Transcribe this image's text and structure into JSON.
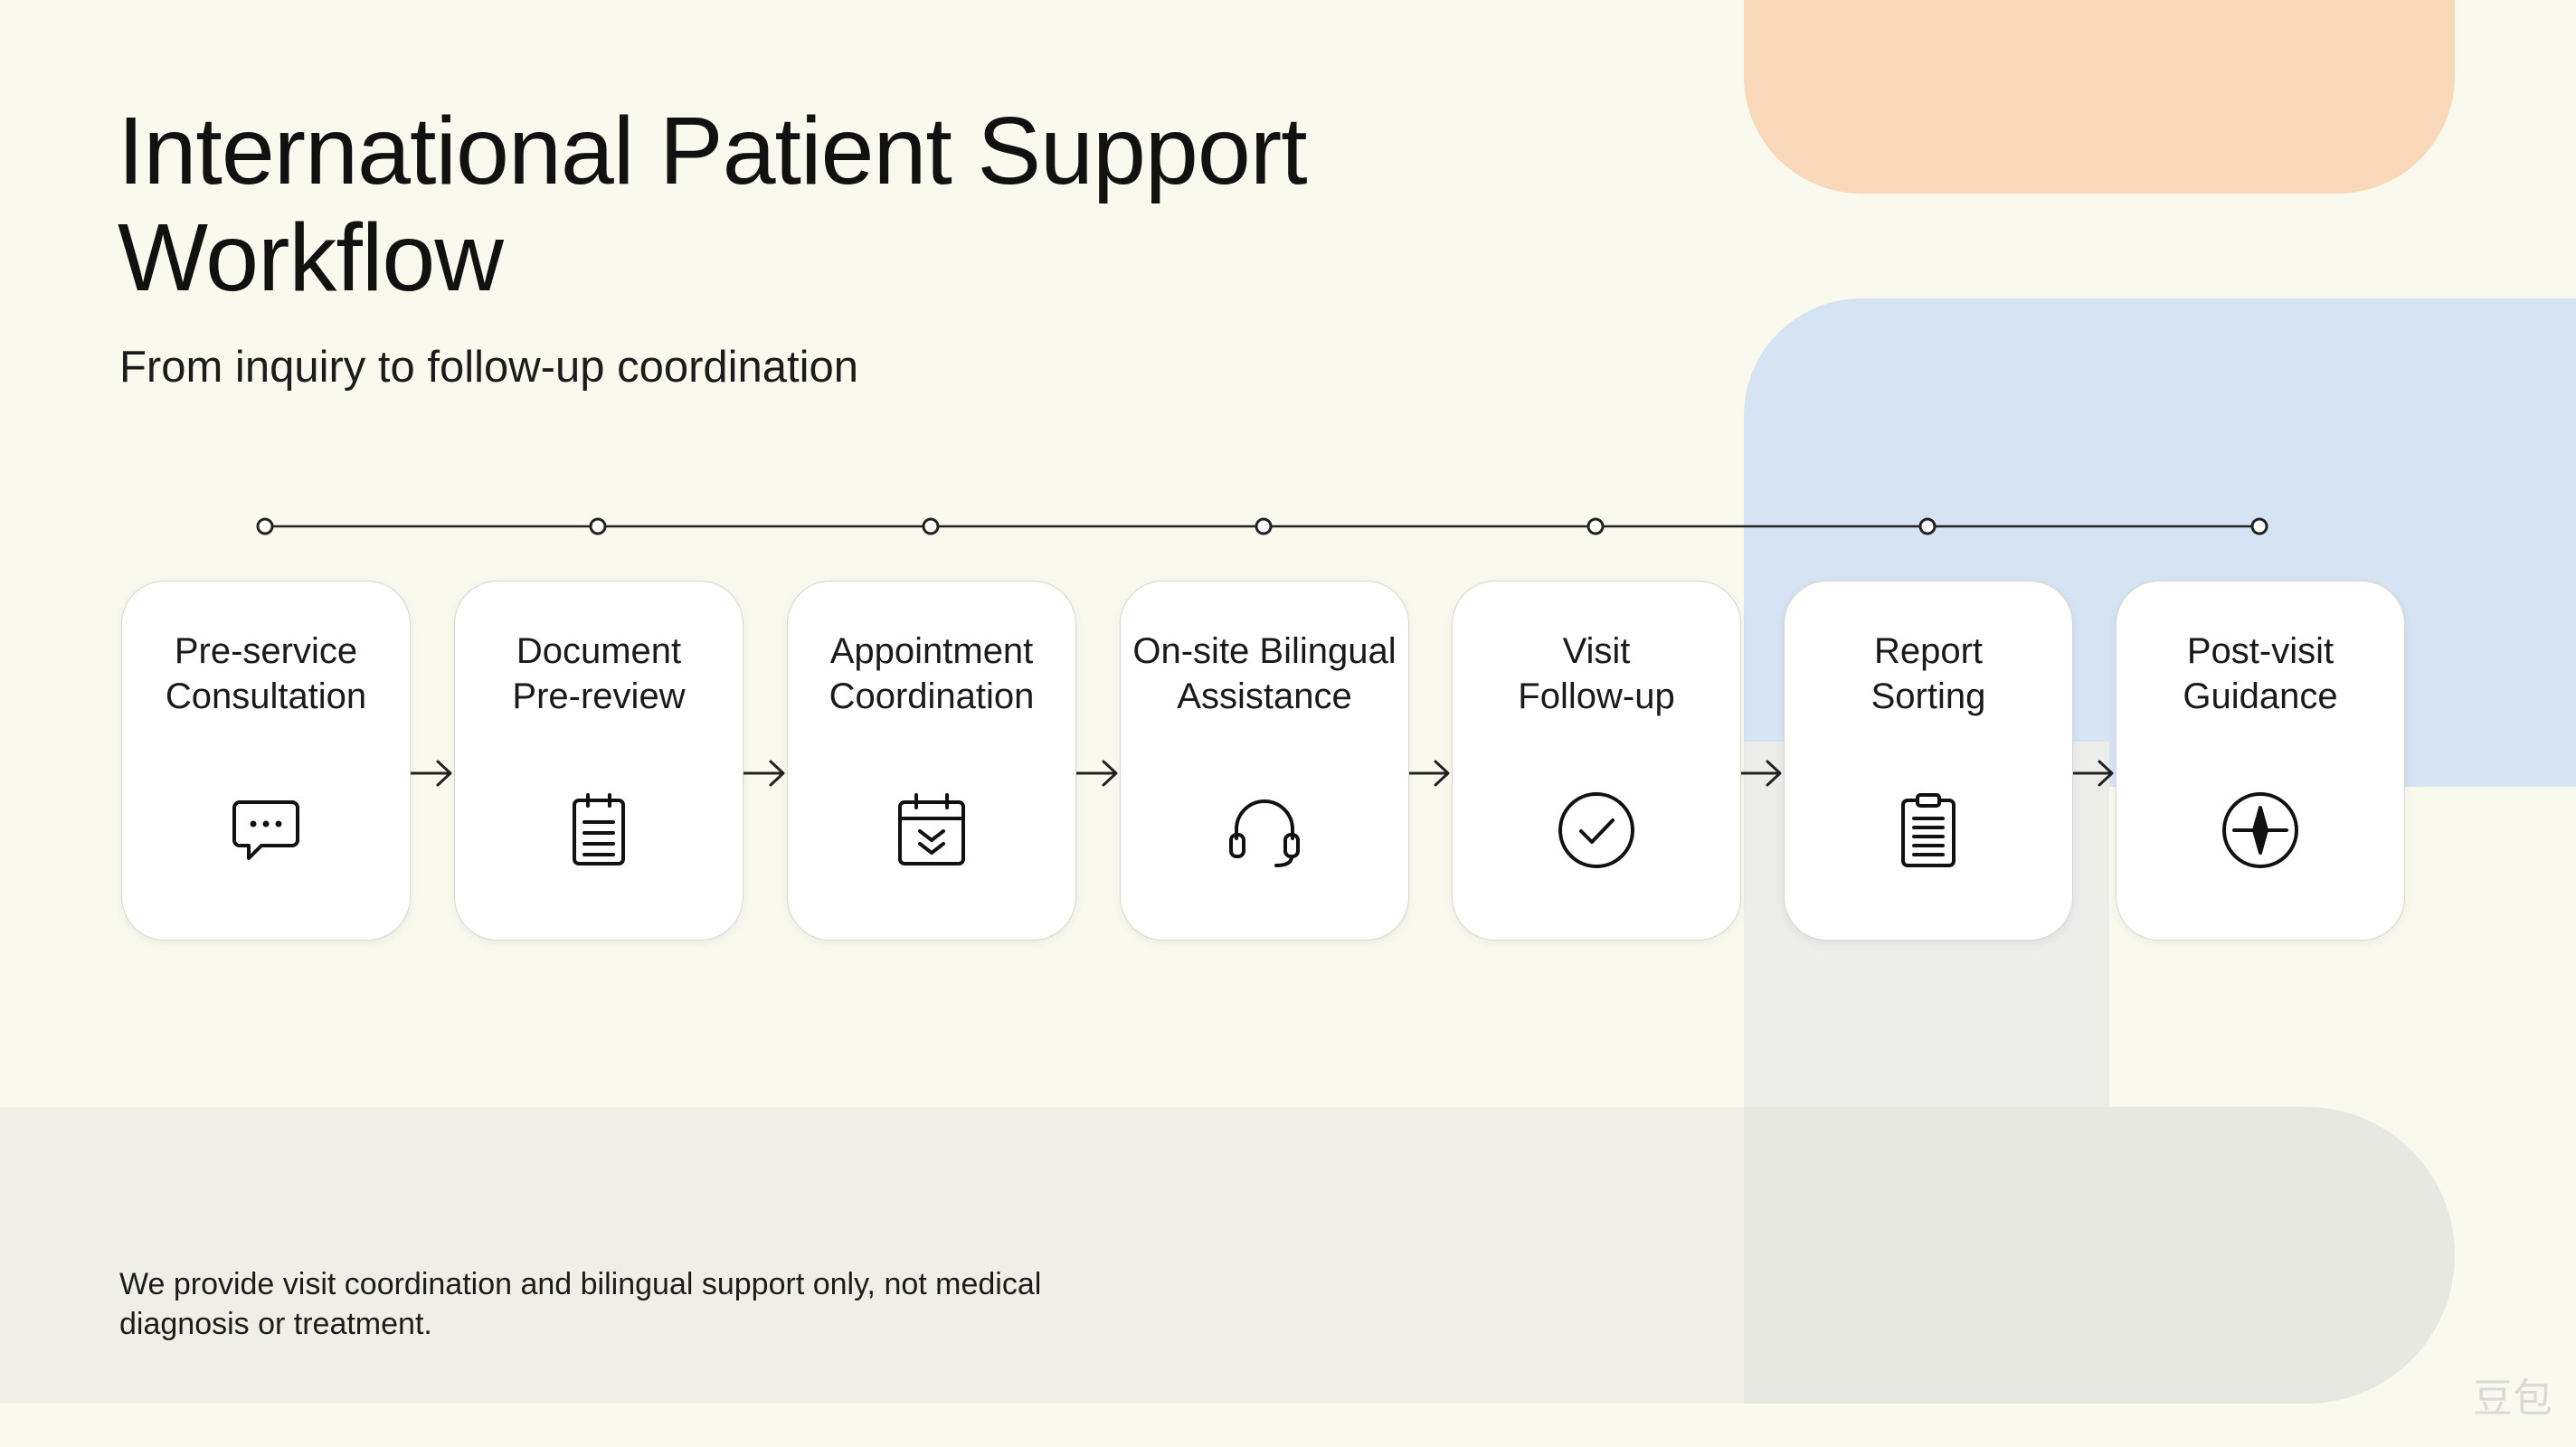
{
  "title": "International Patient Support Workflow",
  "subtitle": "From inquiry to follow-up coordination",
  "steps": [
    {
      "line1": "Pre-service",
      "line2": "Consultation",
      "icon": "chat-bubble-icon"
    },
    {
      "line1": "Document",
      "line2": "Pre-review",
      "icon": "document-list-icon"
    },
    {
      "line1": "Appointment",
      "line2": "Coordination",
      "icon": "calendar-icon"
    },
    {
      "line1": "On-site Bilingual",
      "line2": "Assistance",
      "icon": "headset-icon"
    },
    {
      "line1": "Visit",
      "line2": "Follow-up",
      "icon": "check-circle-icon"
    },
    {
      "line1": "Report",
      "line2": "Sorting",
      "icon": "clipboard-icon"
    },
    {
      "line1": "Post-visit",
      "line2": "Guidance",
      "icon": "compass-icon"
    }
  ],
  "disclaimer": "We provide visit coordination and bilingual support only, not medical diagnosis or treatment.",
  "watermark": "豆包",
  "colors": {
    "background": "#f9f9ee",
    "peach": "#f9d7b9",
    "blue": "#d6e3f2",
    "grey": "#ececea"
  }
}
